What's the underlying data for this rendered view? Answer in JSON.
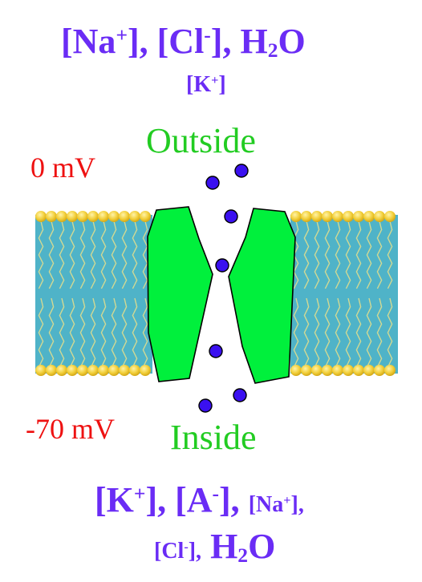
{
  "outside_ions": {
    "na": "Na",
    "na_charge": "+",
    "cl": "Cl",
    "cl_charge": "-",
    "water_h": "H",
    "water_sub": "2",
    "water_o": "O",
    "k": "K",
    "k_charge": "+"
  },
  "inside_ions": {
    "k": "K",
    "k_charge": "+",
    "a": "A",
    "a_charge": "-",
    "na": "Na",
    "na_charge": "+",
    "cl": "Cl",
    "cl_charge": "-",
    "water_h": "H",
    "water_sub": "2",
    "water_o": "O"
  },
  "labels": {
    "outside": "Outside",
    "inside": "Inside",
    "outside_potential": "0 mV",
    "inside_potential": "-70 mV"
  },
  "colors": {
    "ion_text": "#6a2cf5",
    "region_text": "#22cc22",
    "potential_text": "#ee1111",
    "channel": "#00f03c",
    "ion_dot": "#3a10f0",
    "membrane": "#4fb3c8",
    "lipid_head": "#f2cf3a"
  }
}
